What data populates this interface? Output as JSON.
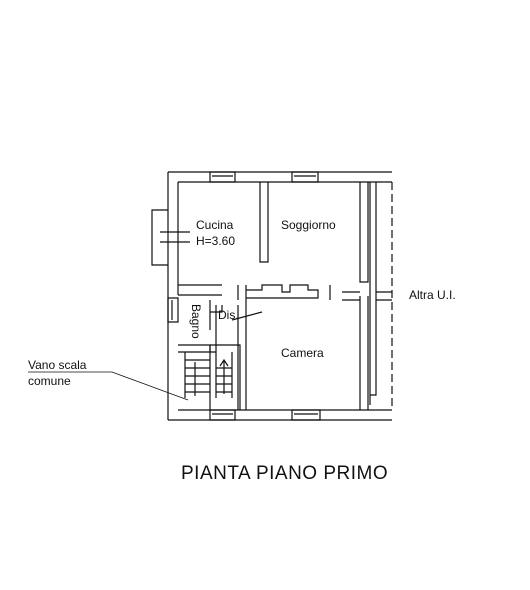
{
  "plan": {
    "title": "PIANTA PIANO PRIMO",
    "rooms": {
      "cucina": "Cucina",
      "cucina_height": "H=3.60",
      "soggiorno": "Soggiorno",
      "bagno": "Bagno",
      "dis": "Dis.",
      "camera": "Camera"
    },
    "annotations": {
      "vano_scala_line1": "Vano scala",
      "vano_scala_line2": "comune",
      "altra_ui": "Altra U.I."
    },
    "colors": {
      "ink": "#111111",
      "background": "#ffffff"
    }
  }
}
